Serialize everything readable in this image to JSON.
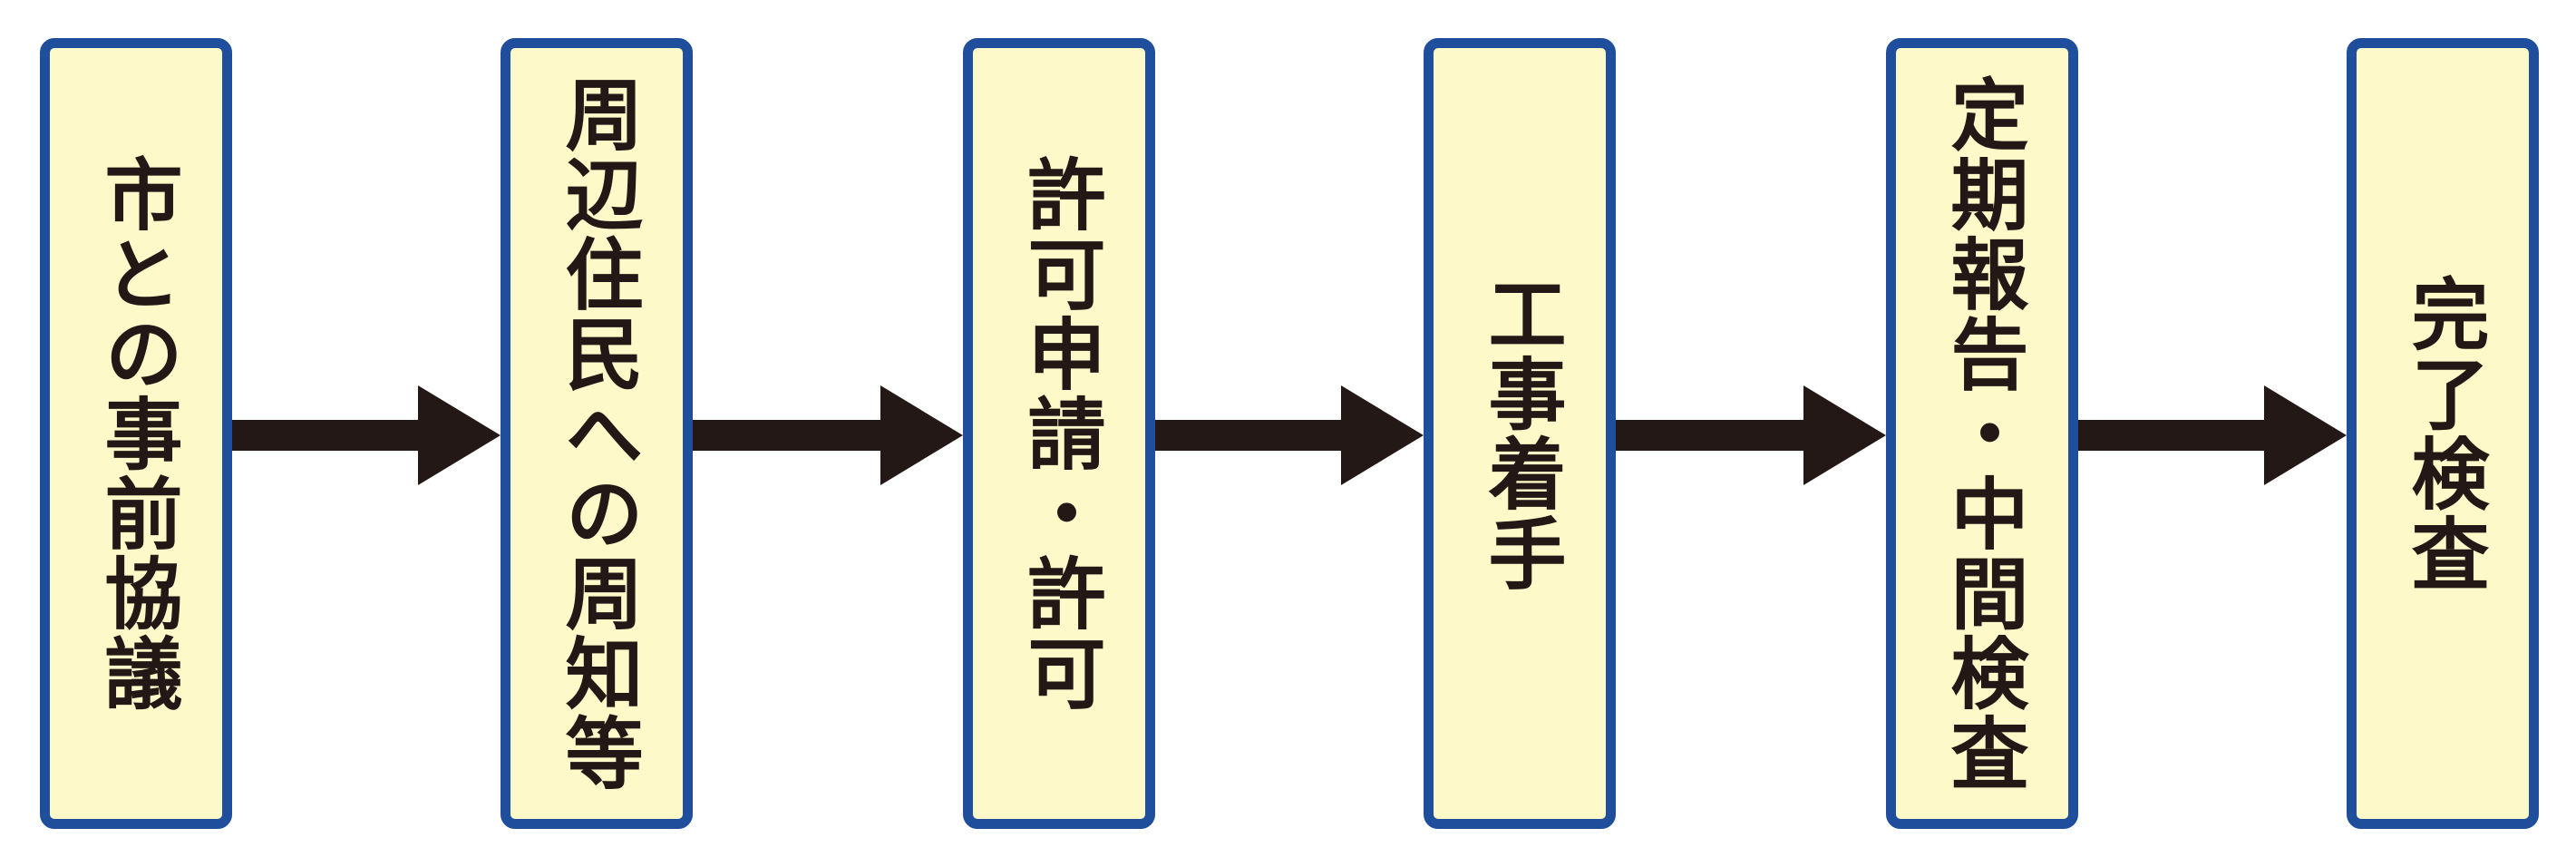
{
  "colors": {
    "box_border": "#1f4e9c",
    "box_fill": "#fdf9c9",
    "text": "#231815",
    "arrow": "#231815"
  },
  "steps": [
    {
      "label": "市との事前協議"
    },
    {
      "label": "周辺住民への周知等"
    },
    {
      "label": "許可申請・許可"
    },
    {
      "label": "工事着手"
    },
    {
      "label": "定期報告・中間検査"
    },
    {
      "label": "完了検査"
    }
  ]
}
